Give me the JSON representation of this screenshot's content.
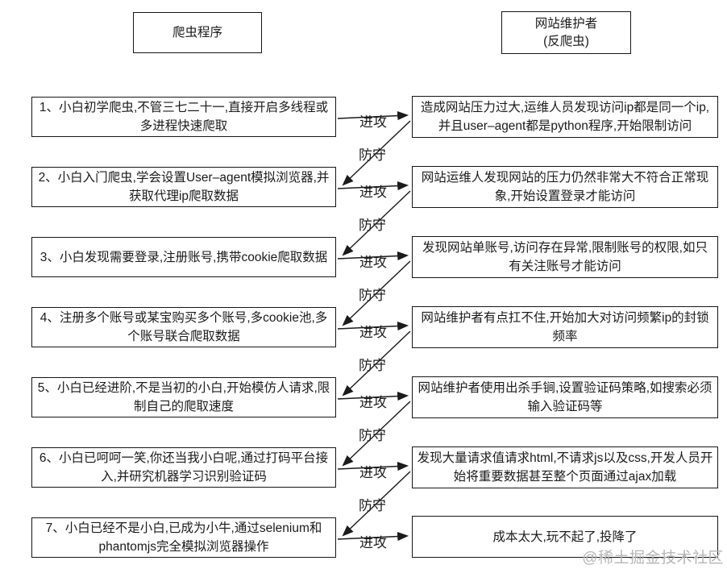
{
  "headers": {
    "left": "爬虫程序",
    "right_line1": "网站维护者",
    "right_line2": "(反爬虫)"
  },
  "rows": [
    {
      "left": "1、小白初学爬虫,不管三七二十一,直接开启多线程或多进程快速爬取",
      "right": "造成网站压力过大,运维人员发现访问ip都是同一个ip,并且user–agent都是python程序,开始限制访问"
    },
    {
      "left": "2、小白入门爬虫,学会设置User–agent模拟浏览器,并获取代理ip爬取数据",
      "right": "网站运维人发现网站的压力仍然非常大不符合正常现象,开始设置登录才能访问"
    },
    {
      "left": "3、小白发现需要登录,注册账号,携带cookie爬取数据",
      "right": "发现网站单账号,访问存在异常,限制账号的权限,如只有关注账号才能访问"
    },
    {
      "left": "4、注册多个账号或某宝购买多个账号,多cookie池,多个账号联合爬取数据",
      "right": "网站维护者有点扛不住,开始加大对访问频繁ip的封锁频率"
    },
    {
      "left": "5、小白已经进阶,不是当初的小白,开始模仿人请求,限制自己的爬取速度",
      "right": "网站维护者使用出杀手锏,设置验证码策略,如搜索必须输入验证码等"
    },
    {
      "left": "6、小白已呵呵一笑,你还当我小白呢,通过打码平台接入,并研究机器学习识别验证码",
      "right": "发现大量请求值请求html,不请求js以及css,开发人员开始将重要数据甚至整个页面通过ajax加载"
    },
    {
      "left": "7、小白已经不是小白,已成为小牛,通过selenium和phantomjs完全模拟浏览器操作",
      "right": "成本太大,玩不起了,投降了"
    }
  ],
  "arrow_labels": {
    "attack": "进攻",
    "defend": "防守"
  },
  "watermark": "@稀土掘金技术社区",
  "colors": {
    "background": "#ffffff",
    "box_border": "#161616",
    "text": "#1b1b1b",
    "arrow": "#1b1b1b",
    "watermark": "#b6b6b6"
  }
}
